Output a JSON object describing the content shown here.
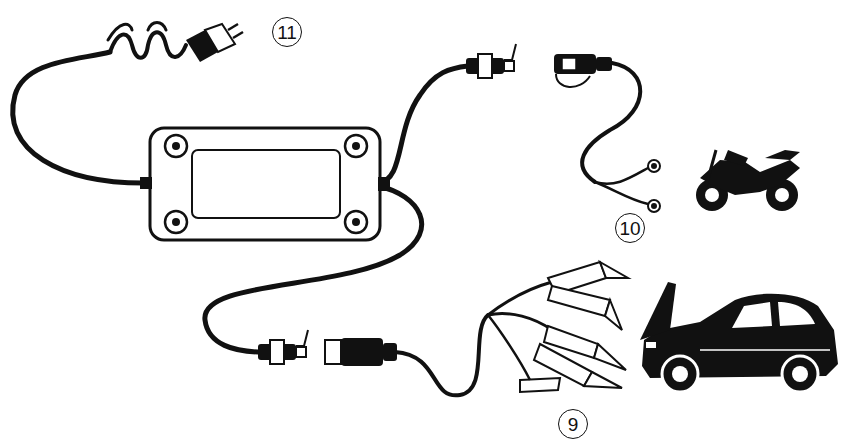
{
  "diagram": {
    "labels": [
      "11",
      "10",
      "9"
    ]
  }
}
